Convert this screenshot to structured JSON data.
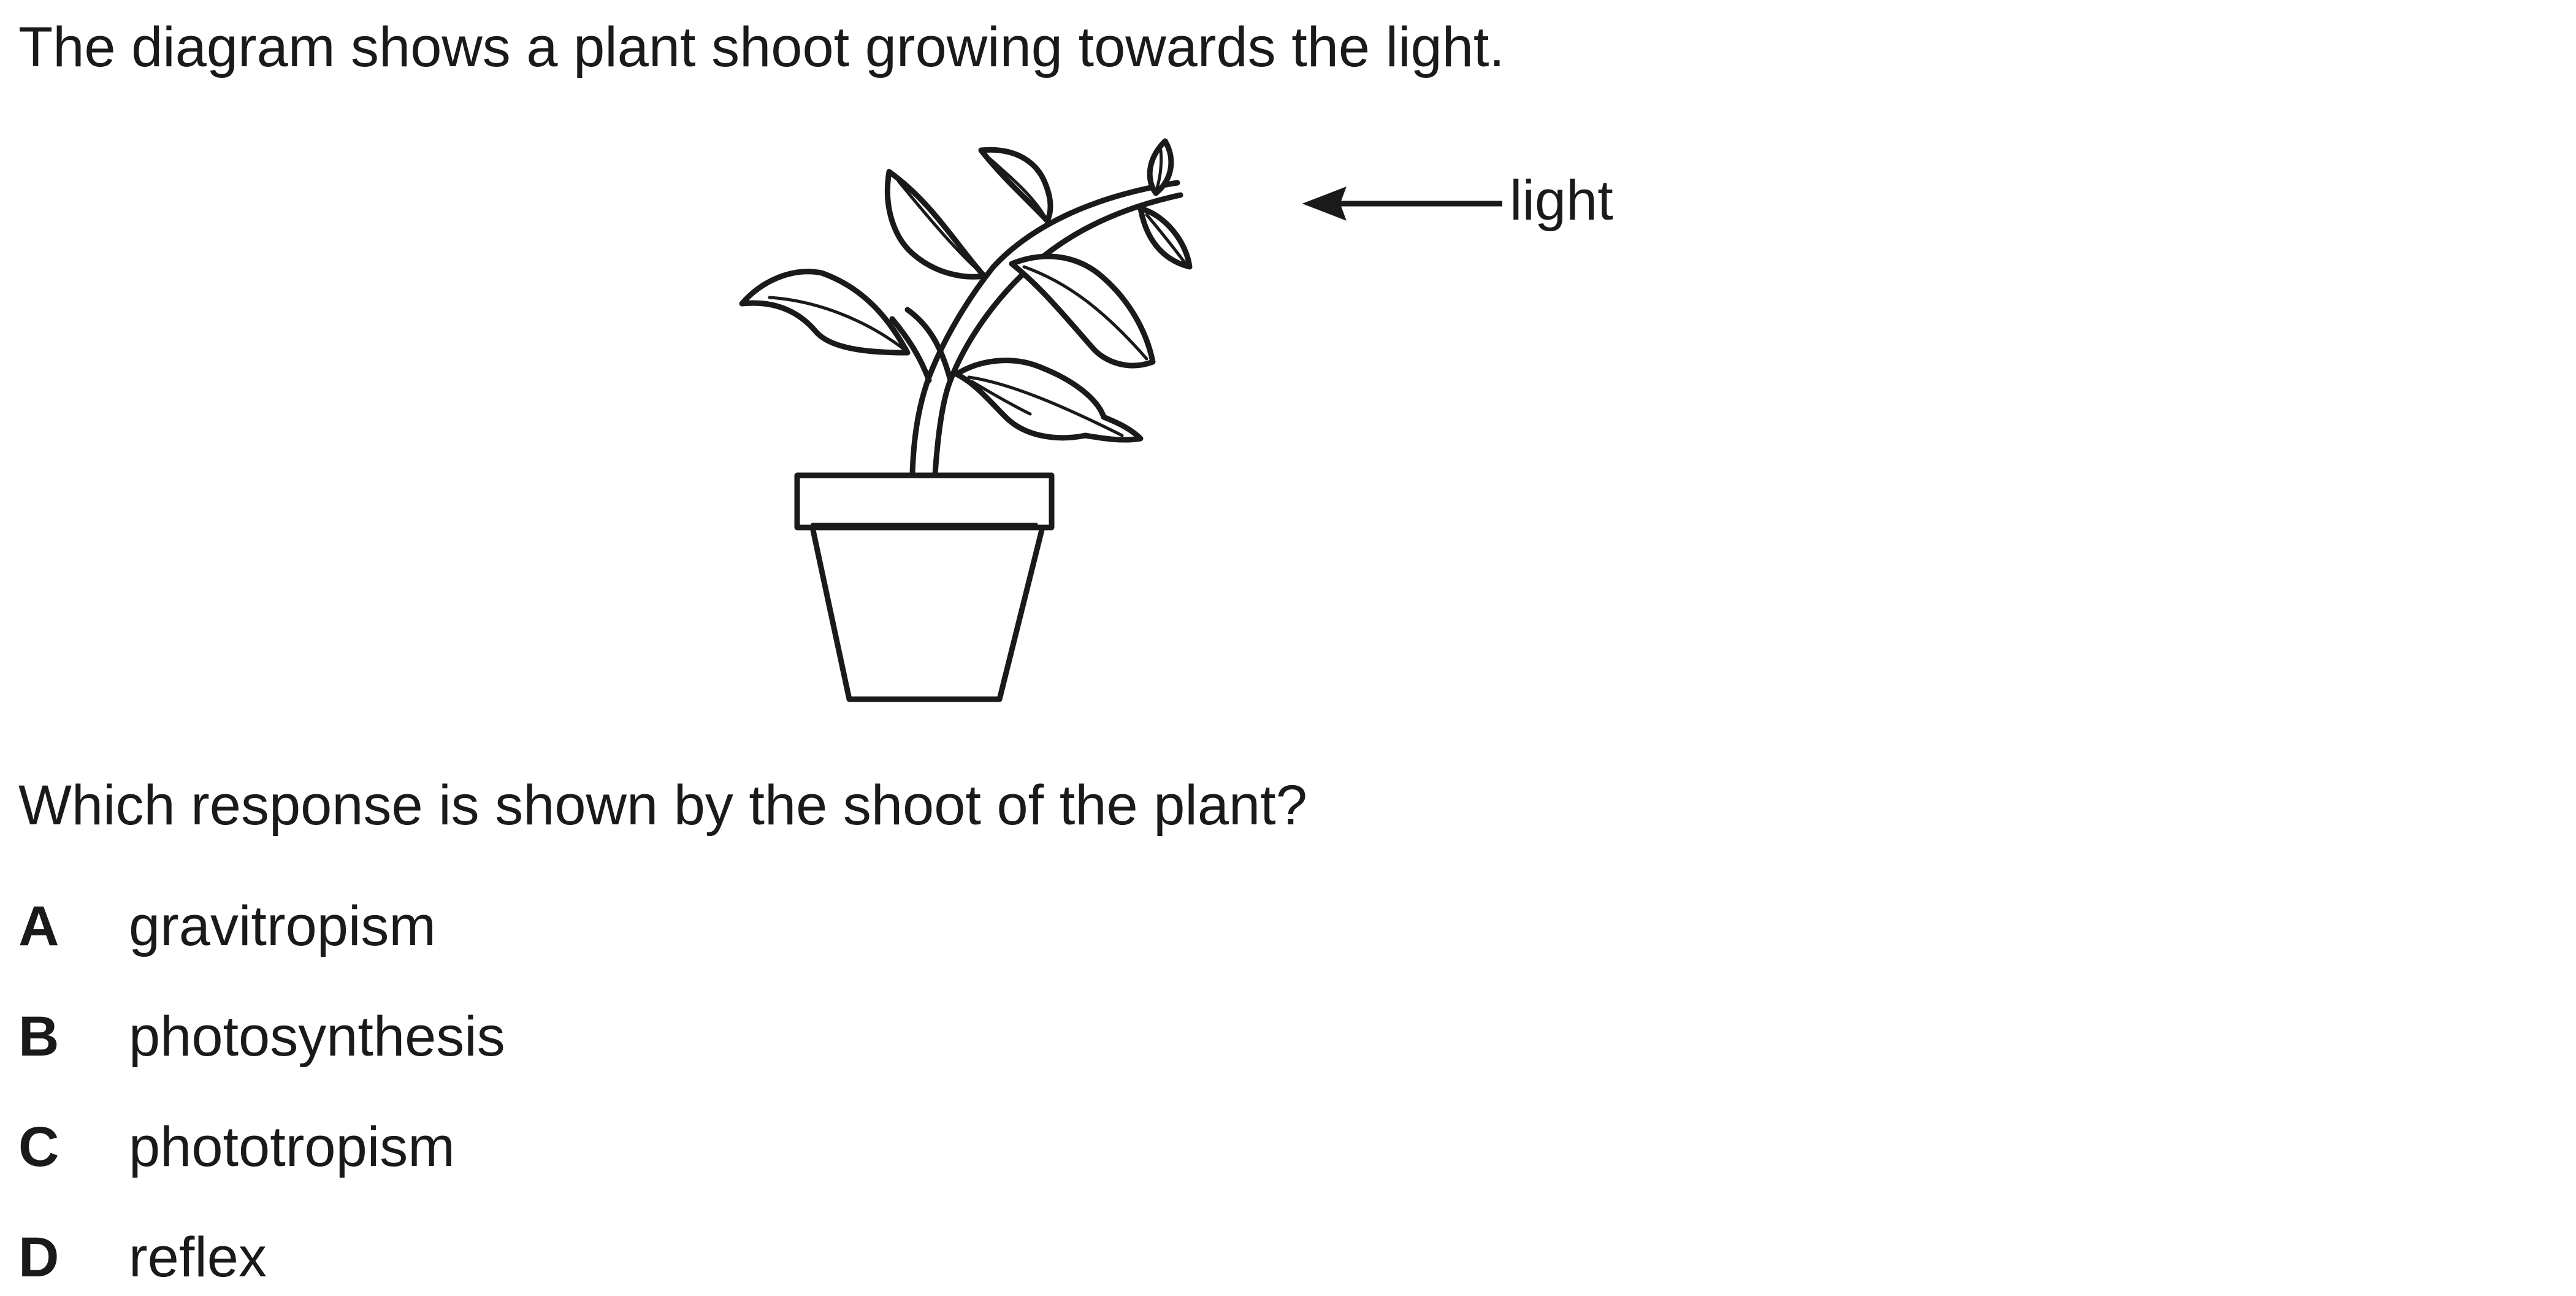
{
  "intro": "The diagram shows a plant shoot growing towards the light.",
  "diagram": {
    "light_label": "light"
  },
  "question": "Which response is shown by the shoot of the plant?",
  "options": [
    {
      "letter": "A",
      "text": "gravitropism"
    },
    {
      "letter": "B",
      "text": "photosynthesis"
    },
    {
      "letter": "C",
      "text": "phototropism"
    },
    {
      "letter": "D",
      "text": "reflex"
    }
  ]
}
